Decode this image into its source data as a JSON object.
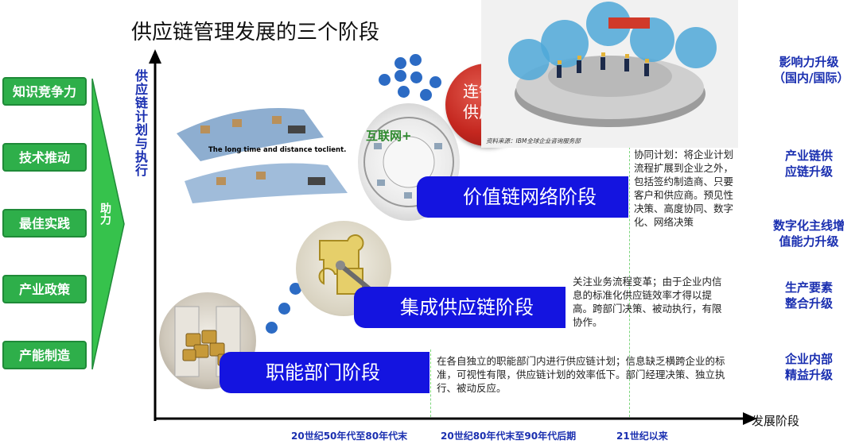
{
  "title": "供应链管理发展的三个阶段",
  "drivers": [
    "知识竞争力",
    "技术推动",
    "最佳实践",
    "产业政策",
    "产能制造"
  ],
  "assist_label": "助力",
  "y_axis_label": "供应链计划与执行",
  "x_axis_label": "发展阶段",
  "stages": [
    {
      "name": "职能部门阶段",
      "desc": "在各自独立的职能部门内进行供应链计划；信息缺乏横跨企业的标准，可视性有限，供应链计划的效率低下。部门经理决策、独立执行、被动反应。"
    },
    {
      "name": "集成供应链阶段",
      "desc": "关注业务流程变革；由于企业内信息的标准化供应链效率才得以提高。跨部门决策、被动执行，有限协作。"
    },
    {
      "name": "价值链网络阶段",
      "desc": "协同计划：将企业计划流程扩展到企业之外，包括签约制造商、只要客户和供应商。预见性决策、高度协同、数字化、网络决策"
    }
  ],
  "chain_label": "连锁级供应链",
  "internet_label": "互联网+",
  "logistics_caption": "The long time and distance toclient.",
  "source_note": "资料来源：IBM全球企业咨询服务部",
  "right_labels": [
    "影响力升级（国内/国际）",
    "产业链供应链升级",
    "数字化主线增值能力升级",
    "生产要素整合升级",
    "企业内部精益升级"
  ],
  "eras": [
    "20世纪50年代至80年代末",
    "20世纪80年代末至90年代后期",
    "21世纪以来"
  ],
  "colors": {
    "driver": "#2eaf4a",
    "stage": "#1414e0",
    "chain": "#c4271f",
    "accent_text": "#1a2fb0"
  },
  "icons": [
    "padlock-cluster-photo",
    "puzzle-key-photo",
    "internet-hub-graphic",
    "network-collaboration-graphic",
    "logistics-flow-graphic"
  ]
}
